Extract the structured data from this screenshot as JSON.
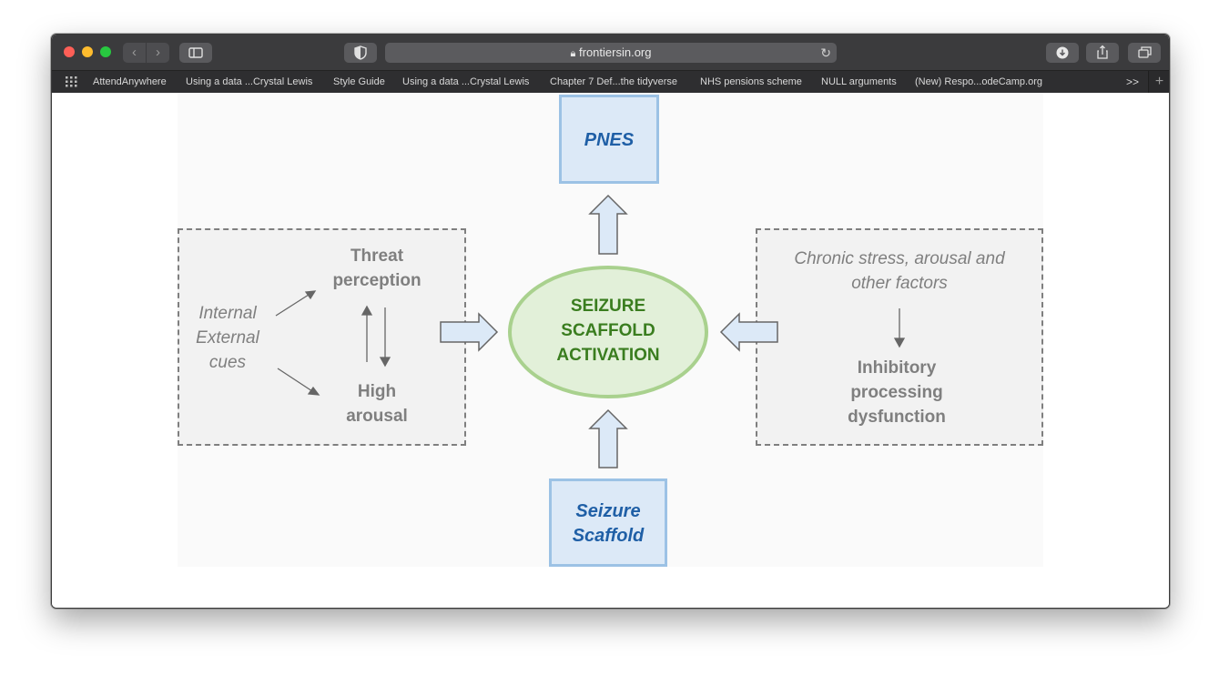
{
  "browser": {
    "url": "frontiersin.org",
    "bookmarks": [
      "AttendAnywhere",
      "Using a data ...Crystal Lewis",
      "Style Guide",
      "Using a data ...Crystal Lewis",
      "Chapter 7 Def...the tidyverse",
      "NHS pensions scheme",
      "NULL arguments",
      "(New) Respo...odeCamp.org"
    ],
    "more_label": ">>",
    "new_tab_label": "+",
    "icons": [
      "close-light",
      "minimize-light",
      "zoom-light",
      "back-icon",
      "forward-icon",
      "sidebar-icon",
      "shield-icon",
      "lock-icon",
      "reload-icon",
      "download-icon",
      "share-icon",
      "tabs-icon",
      "apps-grid-icon"
    ]
  },
  "diagram": {
    "pnes": "PNES",
    "center": [
      "SEIZURE",
      "SCAFFOLD",
      "ACTIVATION"
    ],
    "scaffold": [
      "Seizure",
      "Scaffold"
    ],
    "left_cues": [
      "Internal",
      "External",
      "cues"
    ],
    "threat": [
      "Threat",
      "perception"
    ],
    "arousal": [
      "High",
      "arousal"
    ],
    "chronic": [
      "Chronic stress, arousal and",
      "other factors"
    ],
    "inhibitory": [
      "Inhibitory",
      "processing",
      "dysfunction"
    ],
    "colors": {
      "blue_box_fill": "#dce9f7",
      "blue_box_border": "#9cc2e5",
      "blue_text": "#1f5fa6",
      "ellipse_fill": "#e2f0d9",
      "ellipse_border": "#92d050",
      "ellipse_text": "#3a7d1f",
      "grey_text": "#7f7f7f"
    }
  }
}
